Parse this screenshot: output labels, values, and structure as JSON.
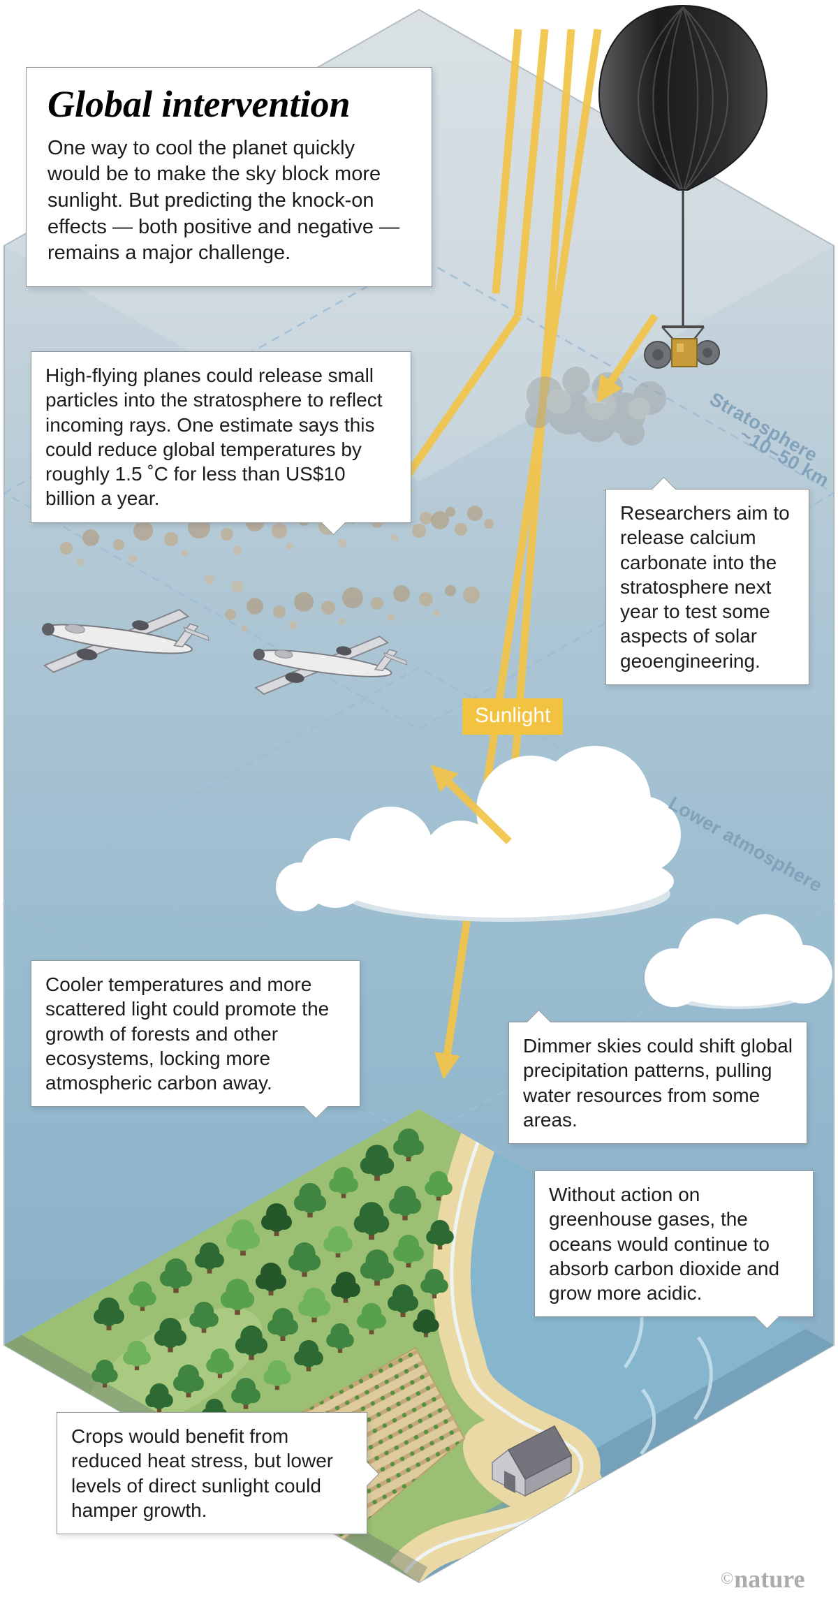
{
  "title_box": {
    "title": "Global intervention",
    "body": "One way to cool the planet quickly would be to make the sky block more sunlight. But predicting the knock-on effects — both positive and negative — remains a major challenge."
  },
  "callouts": {
    "planes": "High-flying planes could release small particles into the stratosphere to reflect incoming rays. One estimate says this could reduce global temperatures by roughly 1.5 ˚C for less than US$10 billion a year.",
    "researchers": "Researchers aim to release calcium carbonate into the stratosphere next year to test some aspects of solar geoengineering.",
    "cooler": "Cooler temperatures and more scattered light could promote the growth of forests and other ecosystems, locking more atmospheric carbon away.",
    "dimmer": "Dimmer skies could shift global precipitation patterns, pulling water resources from some areas.",
    "oceans": "Without action on greenhouse gases, the oceans would continue to absorb carbon dioxide and grow more acidic.",
    "crops": "Crops would benefit from reduced heat stress, but lower levels of direct sunlight could hamper growth."
  },
  "labels": {
    "sunlight": "Sunlight",
    "stratosphere": "Stratosphere",
    "stratosphere_range": "~10–50 km",
    "lower_atmosphere": "Lower atmosphere"
  },
  "credit": {
    "symbol": "©",
    "brand": "nature"
  },
  "icons": [
    "research-balloon-icon",
    "instrument-payload-icon",
    "aircraft-icon",
    "cloud-icon",
    "tree-icon",
    "barn-icon",
    "sun-ray-arrow-icon"
  ],
  "colors": {
    "sun_ray": "#f2c44a",
    "sunlight_label_bg": "#f1c340",
    "sky_top": "#d6dde2",
    "sky_bottom": "#86abc2",
    "atmosphere_label": "#7d9fb8",
    "callout_border": "#8f9499",
    "forest_green": "#3f8440",
    "sea_blue": "#86b6ce",
    "sand": "#ead9a4"
  }
}
